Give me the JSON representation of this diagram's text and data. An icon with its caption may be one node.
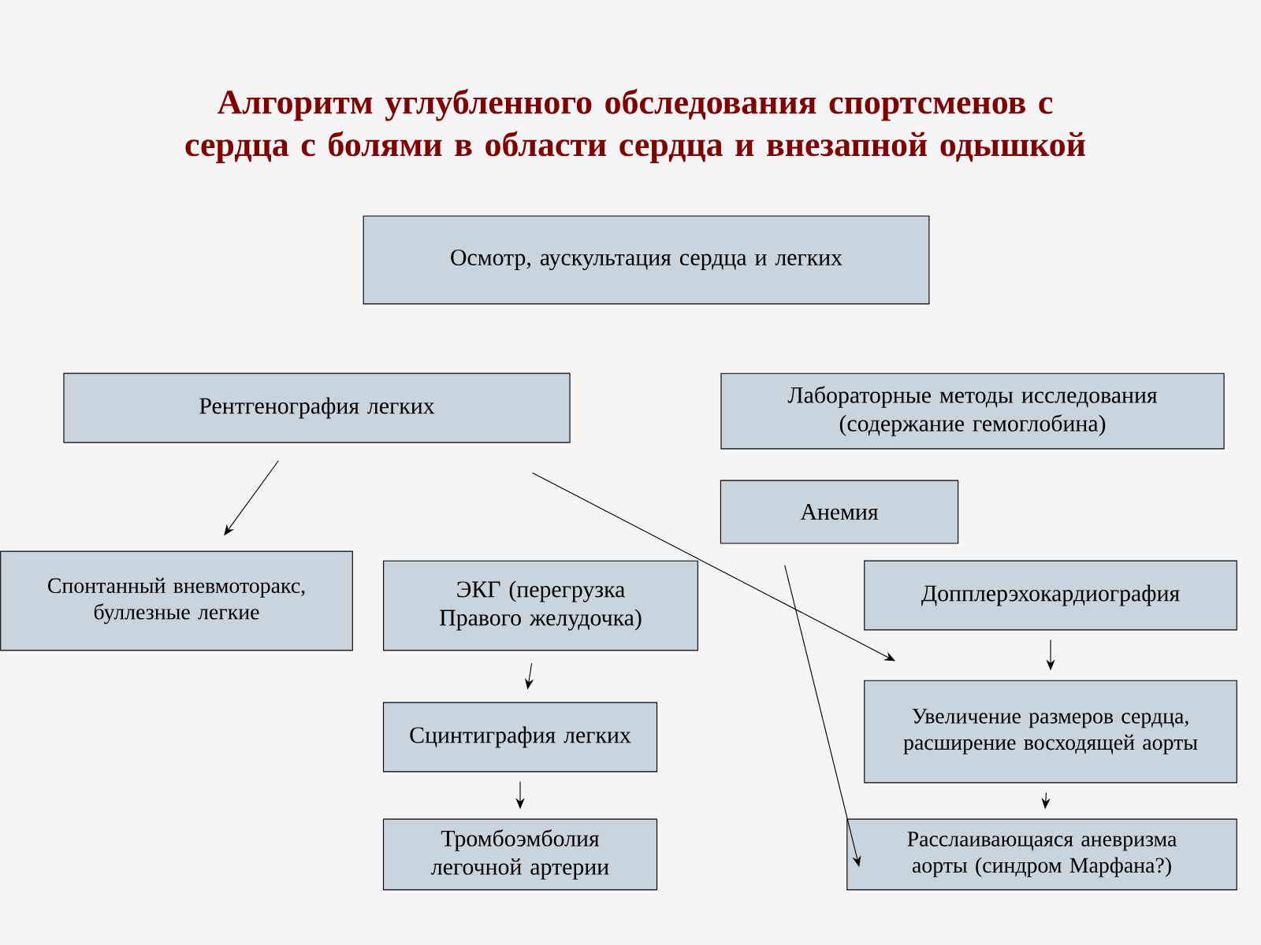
{
  "diagram": {
    "title": "Алгоритм углубленного обследования спортсменов с сердца с болями в области сердца и внезапной одышкой",
    "nodes": [
      {
        "text": [
          "Осмотр, аускультация сердца и легких"
        ]
      },
      {
        "text": [
          "Рентгенография легких"
        ]
      },
      {
        "text": [
          "Лабораторные методы исследования (содержание гемоглобина)"
        ]
      },
      {
        "text": [
          "Анемия"
        ]
      },
      {
        "text": [
          "Спонтанный вневмоторакс, буллезные легкие"
        ]
      },
      {
        "text": [
          "ЭКГ (перегрузка Правого желудочка)"
        ]
      },
      {
        "text": [
          "Допплерэхокардиография"
        ]
      },
      {
        "text": [
          "Сцинтиграфия легких"
        ]
      },
      {
        "text": [
          "Тромбоэмболия легочной артерии"
        ]
      },
      {
        "text": [
          "Увеличение размеров сердца, расширение восходящей аорты"
        ]
      },
      {
        "text": [
          "Расслаивающаяся аневризма аорты (синдром Марфана?)"
        ]
      }
    ],
    "edges": [
      {
        "from": 1,
        "to": 4,
        "arrow": "to"
      },
      {
        "from": 1,
        "to": 9,
        "arrow": "to"
      },
      {
        "from": 5,
        "to": 7,
        "arrow": "to"
      },
      {
        "from": 7,
        "to": 8,
        "arrow": "to"
      },
      {
        "from": 6,
        "to": 9,
        "arrow": "to"
      },
      {
        "from": 9,
        "to": 10,
        "arrow": "to"
      },
      {
        "from": 3,
        "to": 10,
        "arrow": "to"
      }
    ]
  }
}
